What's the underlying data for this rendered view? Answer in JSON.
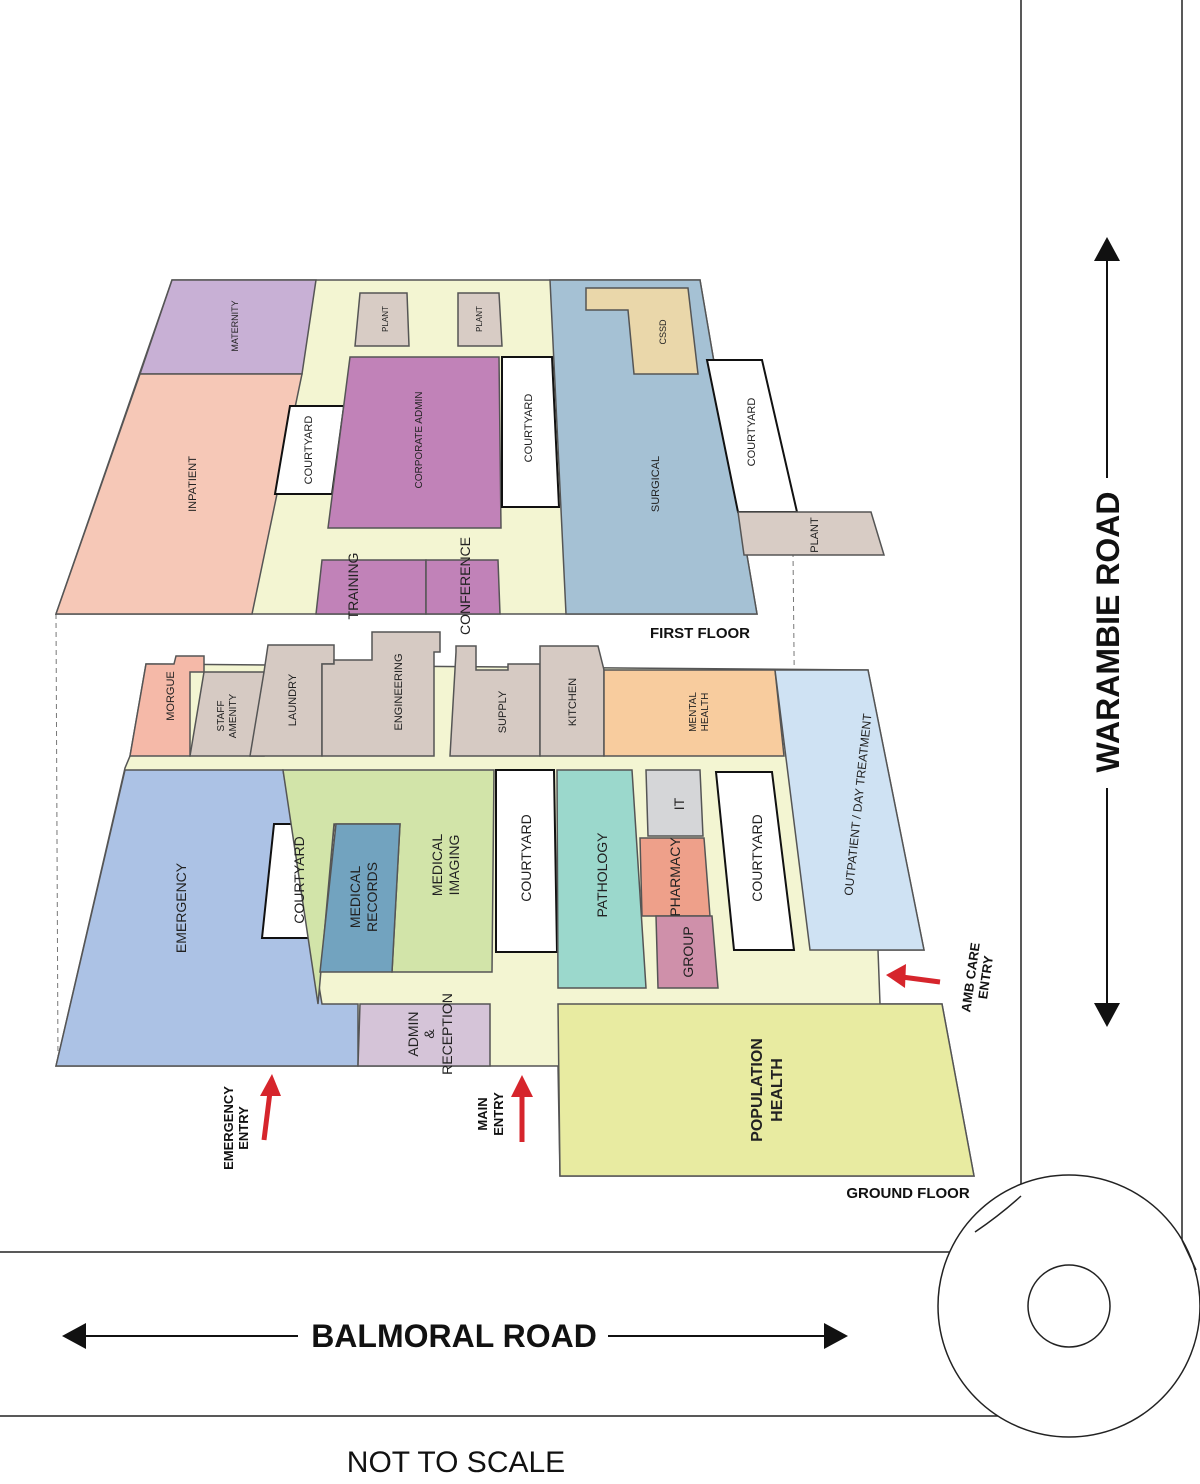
{
  "colors": {
    "corridor": "#f3f5d2",
    "maternity": "#c8b0d5",
    "inpatient": "#f6c8b7",
    "plant": "#d8ccc5",
    "corporate_admin": "#c182b8",
    "cssd": "#ead7aa",
    "surgical": "#a5c1d4",
    "morgue": "#f5b9a8",
    "service": "#d6cac3",
    "mental_health": "#f8cc9e",
    "outpatient": "#cfe2f3",
    "emergency": "#acc2e5",
    "medical_imaging": "#d2e4a9",
    "medical_records": "#72a3bf",
    "pathology": "#9bd8cc",
    "it": "#d5d6d8",
    "pharmacy": "#eea08a",
    "group": "#cf90aa",
    "admin_reception": "#d5c4d8",
    "population_health": "#e8eba1",
    "arrow": "#d6252c"
  },
  "first_floor": {
    "label": "FIRST FLOOR",
    "rooms": {
      "maternity": "MATERNITY",
      "inpatient": "INPATIENT",
      "plant_a": "PLANT",
      "plant_b": "PLANT",
      "courtyard_a": "COURTYARD",
      "corporate_admin": "CORPORATE ADMIN",
      "courtyard_b": "COURTYARD",
      "cssd": "CSSD",
      "surgical": "SURGICAL",
      "courtyard_c": "COURTYARD",
      "plant_c": "PLANT",
      "training": "TRAINING",
      "conference": "CONFERENCE"
    }
  },
  "ground_floor": {
    "label": "GROUND FLOOR",
    "rooms": {
      "morgue": "MORGUE",
      "staff_amenity_1": "STAFF",
      "staff_amenity_2": "AMENITY",
      "laundry": "LAUNDRY",
      "engineering": "ENGINEERING",
      "supply": "SUPPLY",
      "kitchen": "KITCHEN",
      "mental_health_1": "MENTAL",
      "mental_health_2": "HEALTH",
      "outpatient": "OUTPATIENT / DAY TREATMENT",
      "emergency": "EMERGENCY",
      "courtyard_a": "COURTYARD",
      "medical_records_1": "MEDICAL",
      "medical_records_2": "RECORDS",
      "medical_imaging_1": "MEDICAL",
      "medical_imaging_2": "IMAGING",
      "courtyard_b": "COURTYARD",
      "pathology": "PATHOLOGY",
      "it": "IT",
      "pharmacy": "PHARMACY",
      "group": "GROUP",
      "courtyard_c": "COURTYARD",
      "admin_reception_1": "ADMIN",
      "admin_reception_2": "&",
      "admin_reception_3": "RECEPTION",
      "population_health_1": "POPULATION",
      "population_health_2": "HEALTH"
    },
    "entries": {
      "emergency_1": "EMERGENCY",
      "emergency_2": "ENTRY",
      "main_1": "MAIN",
      "main_2": "ENTRY",
      "amb_care_1": "AMB CARE",
      "amb_care_2": "ENTRY"
    }
  },
  "roads": {
    "balmoral": "BALMORAL ROAD",
    "warambie": "WARAMBIE ROAD"
  },
  "note": "NOT TO SCALE"
}
